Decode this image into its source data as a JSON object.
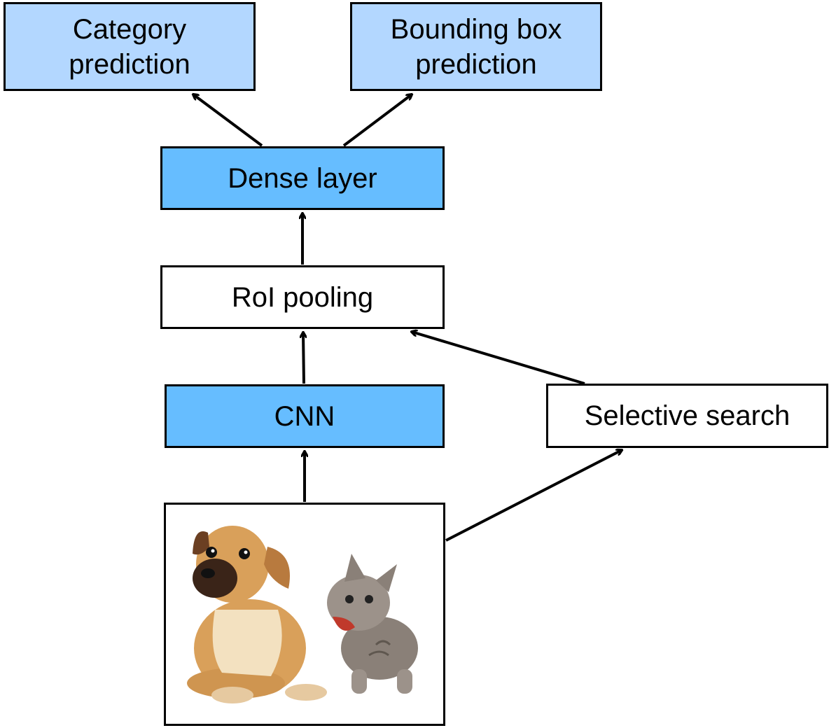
{
  "nodes": {
    "category_prediction": [
      "Category",
      "prediction"
    ],
    "bbox_prediction": [
      "Bounding box",
      "prediction"
    ],
    "dense_layer": "Dense layer",
    "roi_pooling": "RoI pooling",
    "cnn": "CNN",
    "selective_search": "Selective search"
  },
  "input_image": {
    "content": [
      "dog",
      "cat"
    ]
  },
  "colors": {
    "light_blue": "#b3d7ff",
    "medium_blue": "#66bdff",
    "white": "#ffffff",
    "stroke": "#000000"
  },
  "edges": [
    [
      "input_image",
      "cnn"
    ],
    [
      "input_image",
      "selective_search"
    ],
    [
      "cnn",
      "roi_pooling"
    ],
    [
      "selective_search",
      "roi_pooling"
    ],
    [
      "roi_pooling",
      "dense_layer"
    ],
    [
      "dense_layer",
      "category_prediction"
    ],
    [
      "dense_layer",
      "bbox_prediction"
    ]
  ]
}
